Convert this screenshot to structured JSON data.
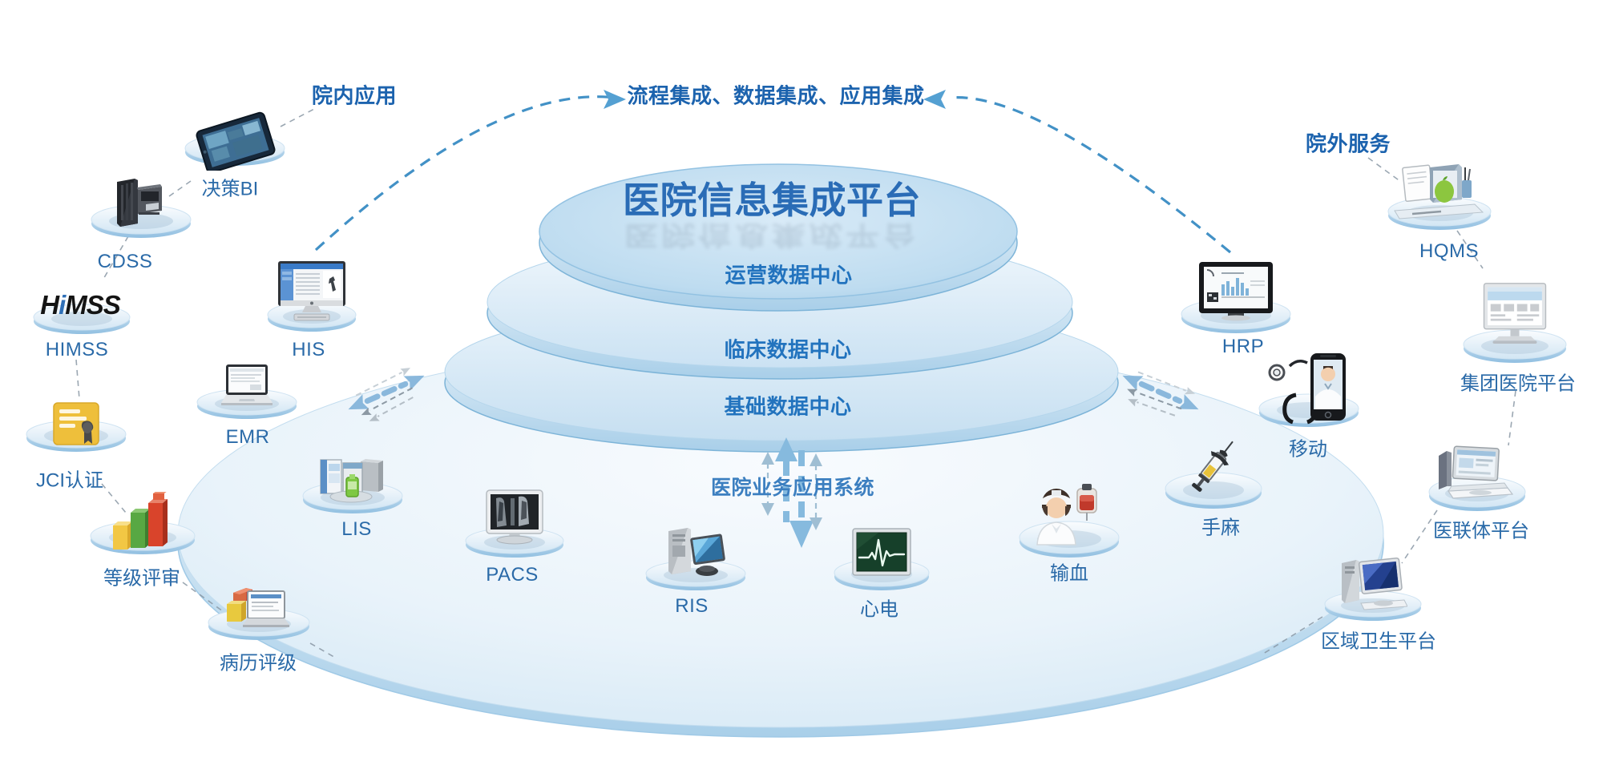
{
  "diagram": {
    "title": "医院信息集成平台",
    "title_reflection": "医院信息集成平台",
    "headers": {
      "inside": "院内应用",
      "integration": "流程集成、数据集成、应用集成",
      "outside": "院外服务"
    },
    "tiers": [
      {
        "label": "运营数据中心"
      },
      {
        "label": "临床数据中心"
      },
      {
        "label": "基础数据中心"
      }
    ],
    "base_label": "医院业务应用系统",
    "colors": {
      "title_blue": "#2a6cb6",
      "header_blue": "#1c63ae",
      "tier_label_blue": "#2273be",
      "node_label_blue": "#2a6aa8",
      "arc_blue": "#4291c6",
      "disc_fill": "#cde3f3",
      "platter_rim": "#9cc5e4"
    }
  },
  "nodes": [
    {
      "id": "bi",
      "label": "决策BI",
      "icon": "tablet-icon"
    },
    {
      "id": "cdss",
      "label": "CDSS",
      "icon": "server-icon"
    },
    {
      "id": "himss",
      "label": "HIMSS",
      "icon": "himss-logo",
      "logo": "HiMSS"
    },
    {
      "id": "jci",
      "label": "JCI认证",
      "icon": "certificate-icon"
    },
    {
      "id": "grade",
      "label": "等级评审",
      "icon": "bar-chart-icon"
    },
    {
      "id": "record",
      "label": "病历评级",
      "icon": "record-laptop-icon"
    },
    {
      "id": "his",
      "label": "HIS",
      "icon": "desktop-monitor-icon"
    },
    {
      "id": "emr",
      "label": "EMR",
      "icon": "laptop-icon"
    },
    {
      "id": "lis",
      "label": "LIS",
      "icon": "software-boxes-icon"
    },
    {
      "id": "pacs",
      "label": "PACS",
      "icon": "xray-monitor-icon"
    },
    {
      "id": "ris",
      "label": "RIS",
      "icon": "workstation-icon"
    },
    {
      "id": "ecg",
      "label": "心电",
      "icon": "ecg-monitor-icon"
    },
    {
      "id": "blood",
      "label": "输血",
      "icon": "nurse-icon"
    },
    {
      "id": "anesthesia",
      "label": "手麻",
      "icon": "syringe-icon"
    },
    {
      "id": "mobile",
      "label": "移动",
      "icon": "smartphone-icon"
    },
    {
      "id": "hrp",
      "label": "HRP",
      "icon": "dashboard-monitor-icon"
    },
    {
      "id": "hqms",
      "label": "HQMS",
      "icon": "folder-organizer-icon"
    },
    {
      "id": "group",
      "label": "集团医院平台",
      "icon": "web-monitor-icon"
    },
    {
      "id": "consortium",
      "label": "医联体平台",
      "icon": "laptop-docs-icon"
    },
    {
      "id": "regional",
      "label": "区域卫生平台",
      "icon": "desktop-tower-icon"
    }
  ]
}
